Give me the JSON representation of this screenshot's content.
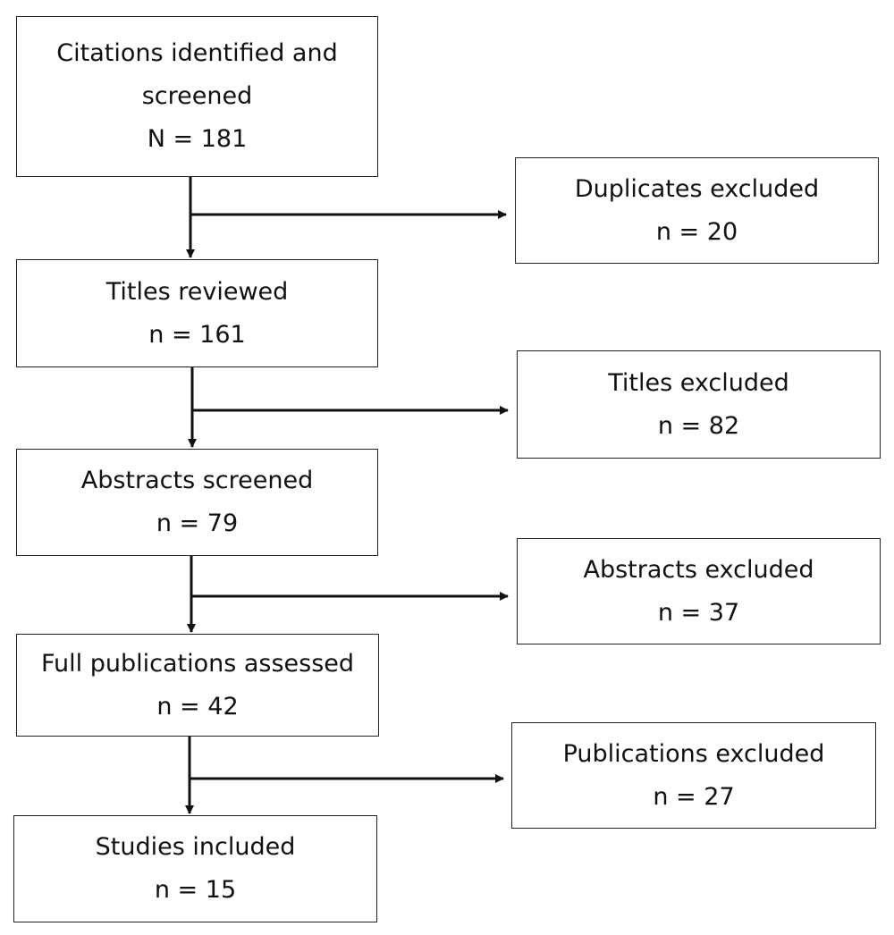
{
  "flow": {
    "identified": {
      "label": "Citations identified and screened",
      "count": "N = 181"
    },
    "titles_reviewed": {
      "label": "Titles reviewed",
      "count": "n = 161"
    },
    "abstracts_screened": {
      "label": "Abstracts screened",
      "count": "n = 79"
    },
    "full_publications": {
      "label": "Full publications assessed",
      "count": "n = 42"
    },
    "studies_included": {
      "label": "Studies included",
      "count": "n = 15"
    }
  },
  "exclusions": {
    "duplicates": {
      "label": "Duplicates excluded",
      "count": "n = 20"
    },
    "titles": {
      "label": "Titles excluded",
      "count": "n = 82"
    },
    "abstracts": {
      "label": "Abstracts excluded",
      "count": "n = 37"
    },
    "publications": {
      "label": "Publications excluded",
      "count": "n = 27"
    }
  },
  "colors": {
    "line": "#111111",
    "border": "#222222",
    "text": "#111111"
  }
}
